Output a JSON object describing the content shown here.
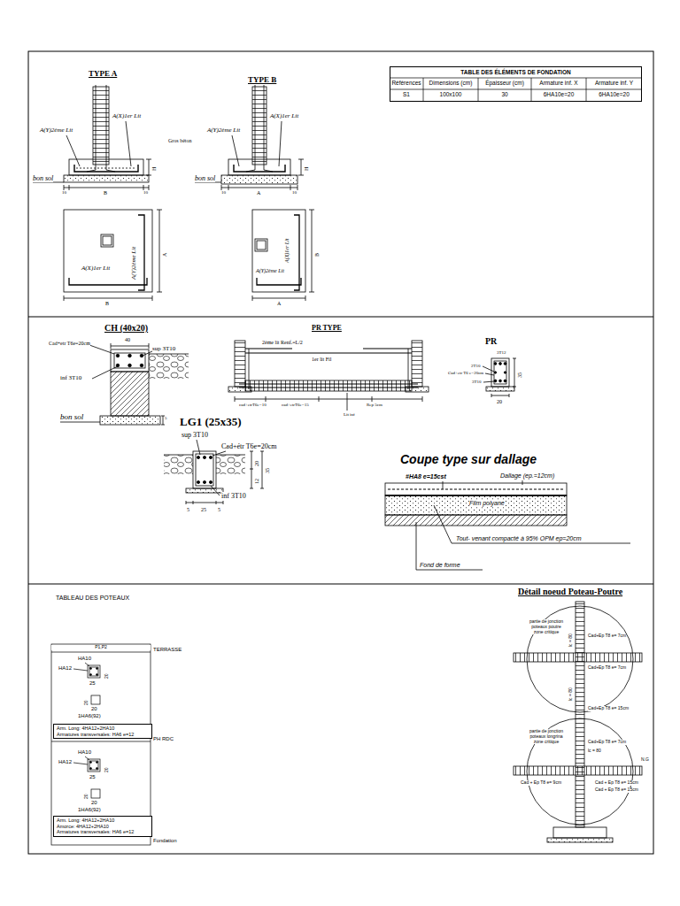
{
  "diagram": {
    "nodes": [
      {
        "text": [
          "TABLE DES ÉLÉMENTS DE FONDATION"
        ]
      },
      {
        "text": [
          "Arm. Long: 4HA12+2HA10",
          "Armatures transversales: HA6 e=12"
        ]
      },
      {
        "text": [
          "Arm. Long: 4HA12+2HA10",
          "Amorce: 4HA12+2HA10",
          "Armatures transversales: HA6 e=12"
        ]
      }
    ],
    "labels": [
      "TYPE A",
      "A(Y)2ème Lit",
      "A(X)1er Lit",
      "bon sol",
      "H",
      "10",
      "B",
      "10",
      "TYPE B",
      "Gros béton",
      "A(Y)2ème Lit",
      "A(X)1er Lit",
      "bon sol",
      "H",
      "10",
      "A",
      "10",
      "A(X)1er Lit",
      "A(Y)2ème Lit",
      "A",
      "B",
      "A(Y)2ème Lit",
      "A(X)1er Lit",
      "B",
      "A",
      "Références",
      "Dimensions (cm)",
      "Épaisseur (cm)",
      "Armature inf. X",
      "Armature inf. Y",
      "S1",
      "100x100",
      "30",
      "6HA10e=20",
      "6HA10e=20",
      "CH (40x20)",
      "Cad+etr T6e=20cm",
      "40",
      "sup 3T10",
      "inf 3T10",
      "bon sol",
      "5",
      "PR TYPE",
      "2ème lit Renf.=L/2",
      "1er lit Fil",
      "cad+etrT6e=10",
      "cad+etrT6e=15",
      "Rep 5cm",
      "Lit inf",
      "PR",
      "3T12",
      "2T10",
      "Cad+etr T6 e=20cm",
      "3T10",
      "35",
      "20",
      "LG1 (25x35)",
      "sup 3T10",
      "Cad+étr T6e=20cm",
      "20",
      "12",
      "35",
      "inf 3T10",
      "5",
      "25",
      "5",
      "Coupe type sur dallage",
      "#HA8 e=15cst",
      "Dallage (ep.=12cm)",
      "Film polyane",
      "Tout- venant compacté à 95% OPM ep=20cm",
      "Fond de forme",
      "TABLEAU DES POTEAUX",
      "P1,P2",
      "TERRASSE",
      "HA10",
      "HA12",
      "20",
      "25",
      "20",
      "20",
      "1HA6(92)",
      "PH RDC",
      "HA10",
      "HA12",
      "20",
      "25",
      "20",
      "20",
      "1HA6(92)",
      "Fondation",
      "Détail noeud Poteau-Poutre",
      "partie de jonction poteaux poutre zone critique",
      "lc = 80",
      "Cad+Ep T8 e= 7cm",
      "Cad+Ep T8 e= 7cm",
      "lc = 80",
      "Cad+Ep T8 e= 15cm",
      "partie de jonction poteaux longrina zone critique",
      "Cad+Ep T8 e= 7cm",
      "lc = 80",
      "Cad + Ep T8 e= 9cm",
      "Cad + Ep T8 e= 15cm",
      "Cad + Ep T8 e= 15cm",
      "N.G"
    ]
  }
}
